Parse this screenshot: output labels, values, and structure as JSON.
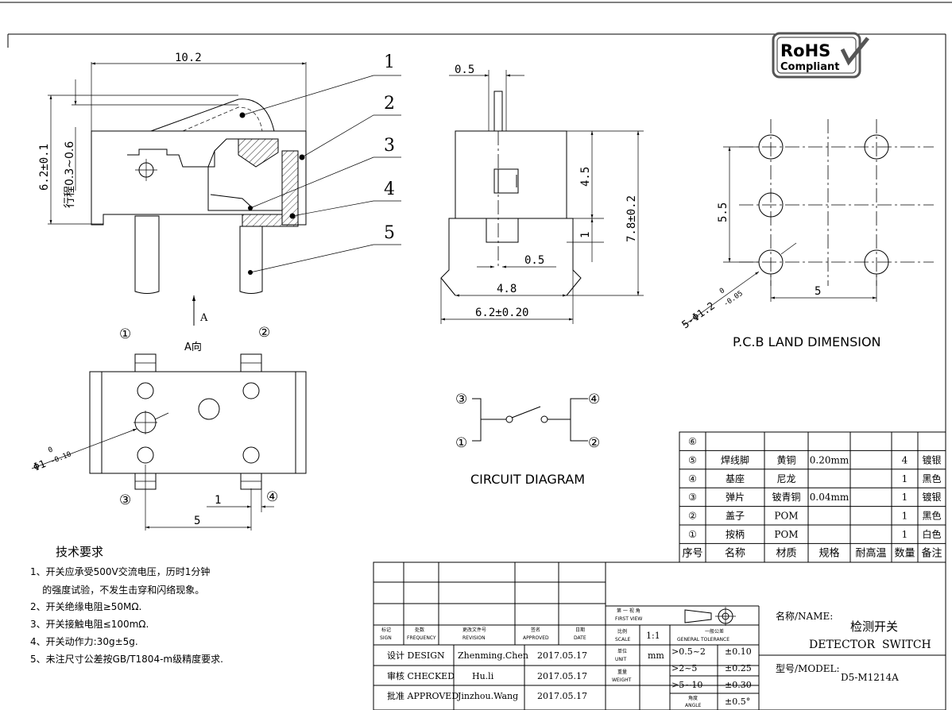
{
  "rohs": {
    "line1": "RoHS",
    "line2": "Compliant"
  },
  "side_view": {
    "dim_width": "10.2",
    "dim_height": "6.2±0.1",
    "dim_travel": "行程0.3~0.6",
    "callouts": [
      "1",
      "2",
      "3",
      "4",
      "5"
    ],
    "arrow_label": "A"
  },
  "front_view": {
    "dim_top": "0.5",
    "dim_45": "4.5",
    "dim_1": "1",
    "dim_05": "0.5",
    "dim_height": "7.8±0.2",
    "dim_48": "4.8",
    "dim_width": "6.2±0.20"
  },
  "pcb": {
    "dim_55": "5.5",
    "dim_5": "5",
    "hole_dim": "5-Φ1.2",
    "hole_tol_upper": "0",
    "hole_tol_lower": "-0.05",
    "title": "P.C.B LAND DIMENSION"
  },
  "bottom_view": {
    "title": "A向",
    "pin_1": "①",
    "pin_2": "②",
    "pin_3": "③",
    "pin_4": "④",
    "hole_dim": "Φ1",
    "hole_tol_upper": "0",
    "hole_tol_lower": "-0.10",
    "dim_1": "1",
    "dim_5": "5"
  },
  "circuit": {
    "title": "CIRCUIT DIAGRAM",
    "t1": "①",
    "t2": "②",
    "t3": "③",
    "t4": "④"
  },
  "tech": {
    "heading": "技术要求",
    "lines": [
      "1、开关应承受500V交流电压，历时1分钟",
      "    的强度试验，不发生击穿和闪络现象。",
      "2、开关绝缘电阻≥50MΩ.",
      "3、开关接触电阻≤100mΩ.",
      "4、开关动作力:30g±5g.",
      "5、未注尺寸公差按GB/T1804-m级精度要求."
    ]
  },
  "bom": {
    "header": [
      "序号",
      "名称",
      "材质",
      "规格",
      "耐高温",
      "数量",
      "备注"
    ],
    "rows": [
      [
        "⑥",
        "",
        "",
        "",
        "",
        "",
        ""
      ],
      [
        "⑤",
        "焊线脚",
        "黄铜",
        "0.20mm",
        "",
        "4",
        "镀银"
      ],
      [
        "④",
        "基座",
        "尼龙",
        "",
        "",
        "1",
        "黑色"
      ],
      [
        "③",
        "弹片",
        "铍青铜",
        "0.04mm",
        "",
        "1",
        "镀银"
      ],
      [
        "②",
        "盖子",
        "POM",
        "",
        "",
        "1",
        "黑色"
      ],
      [
        "①",
        "按柄",
        "POM",
        "",
        "",
        "1",
        "白色"
      ]
    ]
  },
  "title_block": {
    "small_headers": [
      {
        "cn": "标记",
        "en": "SIGN"
      },
      {
        "cn": "处数",
        "en": "FREQUENCY"
      },
      {
        "cn": "更改文件号",
        "en": "REVISION"
      },
      {
        "cn": "签名",
        "en": "APPROVED"
      },
      {
        "cn": "日期",
        "en": "DATE"
      }
    ],
    "roles": [
      {
        "label": "设计 DESIGN",
        "name": "Zhenming.Chen",
        "date": "2017.05.17"
      },
      {
        "label": "审核 CHECKED",
        "name": "Hu.li",
        "date": "2017.05.17"
      },
      {
        "label": "批准 APPROVED",
        "name": "Jinzhou.Wang",
        "date": "2017.05.17"
      }
    ],
    "first_view_cn": "第 一 视 角",
    "first_view_en": "FIRST VIEW",
    "scale_cn": "比例",
    "scale_en": "SCALE",
    "scale_value": "1:1",
    "unit_cn": "单位",
    "unit_en": "UNIT",
    "unit_value": "mm",
    "weight_cn": "重量",
    "weight_en": "WEIGHT",
    "tol_cn": "一般公差",
    "tol_en": "GENERAL TOLERANCE",
    "tolerances": [
      {
        "range": ">0.5~2",
        "value": "±0.10"
      },
      {
        "range": ">2~5",
        "value": "±0.25"
      },
      {
        "range": ">5~10",
        "value": "±0.30"
      },
      {
        "range_cn": "角度",
        "range_en": "ANGLE",
        "value": "±0.5°"
      }
    ],
    "name_label": "名称/NAME:",
    "name_cn": "检测开关",
    "name_en": "DETECTOR  SWITCH",
    "model_label": "型号/MODEL:",
    "model_value": "D5-M1214A"
  }
}
